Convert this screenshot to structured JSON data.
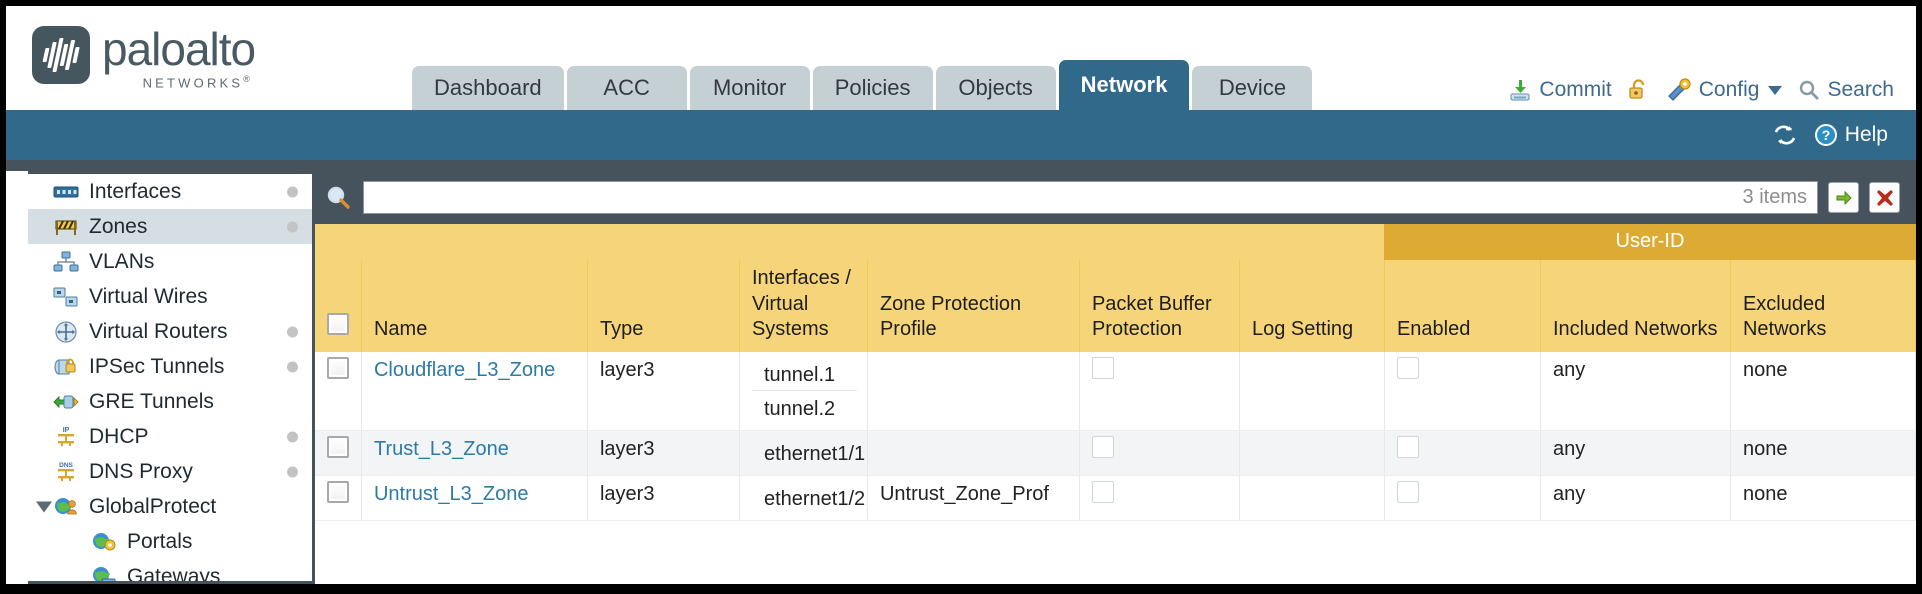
{
  "brand": {
    "name": "paloalto",
    "sub": "NETWORKS",
    "registered": "®"
  },
  "tabs": [
    {
      "label": "Dashboard",
      "active": false
    },
    {
      "label": "ACC",
      "active": false
    },
    {
      "label": "Monitor",
      "active": false
    },
    {
      "label": "Policies",
      "active": false
    },
    {
      "label": "Objects",
      "active": false
    },
    {
      "label": "Network",
      "active": true
    },
    {
      "label": "Device",
      "active": false
    }
  ],
  "header_actions": {
    "commit": "Commit",
    "lock_icon": "unlock-icon",
    "config": "Config",
    "search": "Search"
  },
  "bluebar": {
    "refresh_icon": "refresh-icon",
    "help": "Help"
  },
  "sidebar": {
    "items": [
      {
        "label": "Interfaces",
        "icon": "interfaces-icon",
        "dot": true,
        "selected": false,
        "child": false,
        "twisty": false
      },
      {
        "label": "Zones",
        "icon": "zones-icon",
        "dot": true,
        "selected": true,
        "child": false,
        "twisty": false
      },
      {
        "label": "VLANs",
        "icon": "vlans-icon",
        "dot": false,
        "selected": false,
        "child": false,
        "twisty": false
      },
      {
        "label": "Virtual Wires",
        "icon": "virtual-wires-icon",
        "dot": false,
        "selected": false,
        "child": false,
        "twisty": false
      },
      {
        "label": "Virtual Routers",
        "icon": "virtual-routers-icon",
        "dot": true,
        "selected": false,
        "child": false,
        "twisty": false
      },
      {
        "label": "IPSec Tunnels",
        "icon": "ipsec-tunnels-icon",
        "dot": true,
        "selected": false,
        "child": false,
        "twisty": false
      },
      {
        "label": "GRE Tunnels",
        "icon": "gre-tunnels-icon",
        "dot": false,
        "selected": false,
        "child": false,
        "twisty": false
      },
      {
        "label": "DHCP",
        "icon": "dhcp-icon",
        "dot": true,
        "selected": false,
        "child": false,
        "twisty": false
      },
      {
        "label": "DNS Proxy",
        "icon": "dns-proxy-icon",
        "dot": true,
        "selected": false,
        "child": false,
        "twisty": false
      },
      {
        "label": "GlobalProtect",
        "icon": "globalprotect-icon",
        "dot": false,
        "selected": false,
        "child": false,
        "twisty": true
      },
      {
        "label": "Portals",
        "icon": "portals-icon",
        "dot": false,
        "selected": false,
        "child": true,
        "twisty": false
      },
      {
        "label": "Gateways",
        "icon": "gateways-icon",
        "dot": false,
        "selected": false,
        "child": true,
        "twisty": false
      }
    ]
  },
  "filterbar": {
    "search_icon": "search-icon",
    "value": "",
    "placeholder": "",
    "item_count": "3 items",
    "apply_icon": "apply-filter-arrow-icon",
    "clear_icon": "clear-filter-x-icon"
  },
  "table": {
    "group_header": {
      "label": "User-ID",
      "spans": 3
    },
    "columns": [
      "Name",
      "Type",
      "Interfaces / Virtual Systems",
      "Zone Protection Profile",
      "Packet Buffer Protection",
      "Log Setting",
      "Enabled",
      "Included Networks",
      "Excluded Networks"
    ],
    "rows": [
      {
        "selected": false,
        "hovered": false,
        "name": "Cloudflare_L3_Zone",
        "type": "layer3",
        "interfaces": [
          "tunnel.1",
          "tunnel.2"
        ],
        "zone_protection_profile": "",
        "packet_buffer_protection": false,
        "log_setting": "",
        "user_id_enabled": false,
        "included_networks": "any",
        "excluded_networks": "none"
      },
      {
        "selected": false,
        "hovered": true,
        "name": "Trust_L3_Zone",
        "type": "layer3",
        "interfaces": [
          "ethernet1/1"
        ],
        "zone_protection_profile": "",
        "packet_buffer_protection": false,
        "log_setting": "",
        "user_id_enabled": false,
        "included_networks": "any",
        "excluded_networks": "none"
      },
      {
        "selected": false,
        "hovered": false,
        "name": "Untrust_L3_Zone",
        "type": "layer3",
        "interfaces": [
          "ethernet1/2"
        ],
        "zone_protection_profile": "Untrust_Zone_Prof",
        "packet_buffer_protection": false,
        "log_setting": "",
        "user_id_enabled": false,
        "included_networks": "any",
        "excluded_networks": "none"
      }
    ]
  },
  "colors": {
    "brand_blue": "#31698a",
    "dark_slate": "#46535c",
    "header_gold": "#f6d479",
    "group_gold": "#ddab34",
    "link_blue": "#2c7aa8",
    "selected_row": "#d5dee3"
  }
}
